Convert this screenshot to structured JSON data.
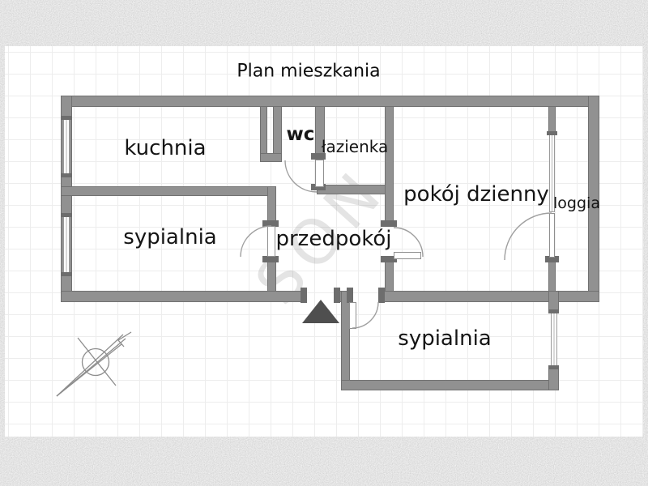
{
  "title": "Plan mieszkania",
  "watermark_text": "SON",
  "rooms": {
    "kuchnia": {
      "label": "kuchnia"
    },
    "wc": {
      "label": "wc"
    },
    "lazienka": {
      "label": "łazienka"
    },
    "pokoj_dzienny": {
      "label": "pokój dzienny"
    },
    "loggia": {
      "label": "loggia"
    },
    "sypialnia_lewa": {
      "label": "sypialnia"
    },
    "sypialnia_dolna": {
      "label": "sypialnia"
    },
    "przedpokoj": {
      "label": "przedpokój"
    }
  },
  "icons": {
    "north_arrow": "north-arrow-icon",
    "entrance_marker": "entrance-triangle-icon"
  },
  "colors": {
    "wall": "#919191",
    "wall_edge": "#717171",
    "thin_line": "#9f9f9f",
    "text": "#151515",
    "grid_line": "#ededed",
    "watermark": "rgba(90,90,90,0.16)",
    "entrance_marker": "#4f4f4f",
    "noise_band": "#c6c6c6"
  }
}
